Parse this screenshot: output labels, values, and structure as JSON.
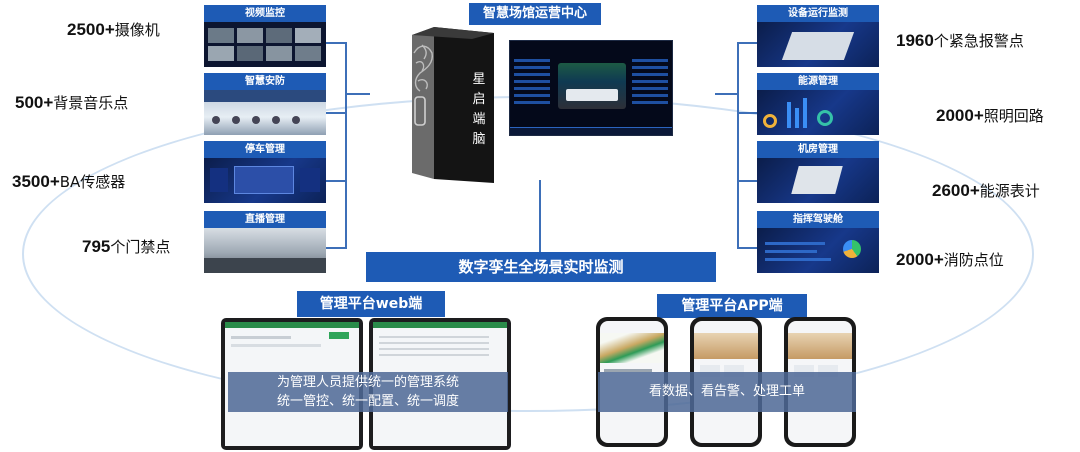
{
  "center": {
    "title": "智慧场馆运营中心",
    "server_label": "星启端脑",
    "bottom_banner": "数字孪生全场景实时监测"
  },
  "left_modules": [
    {
      "title": "视频监控"
    },
    {
      "title": "智慧安防"
    },
    {
      "title": "停车管理"
    },
    {
      "title": "直播管理"
    }
  ],
  "right_modules": [
    {
      "title": "设备运行监测"
    },
    {
      "title": "能源管理"
    },
    {
      "title": "机房管理"
    },
    {
      "title": "指挥驾驶舱"
    }
  ],
  "left_stats": [
    {
      "number": "2500+",
      "label": "摄像机"
    },
    {
      "number": "500+",
      "label": "背景音乐点"
    },
    {
      "number": "3500+",
      "label": "BA传感器"
    },
    {
      "number": "795",
      "label": "个门禁点"
    }
  ],
  "right_stats": [
    {
      "number": "1960",
      "label": "个紧急报警点"
    },
    {
      "number": "2000+",
      "label": "照明回路"
    },
    {
      "number": "2600+",
      "label": "能源表计"
    },
    {
      "number": "2000+",
      "label": "消防点位"
    }
  ],
  "web_platform": {
    "title": "管理平台web端",
    "caption_line1": "为管理人员提供统一的管理系统",
    "caption_line2": "统一管控、统一配置、统一调度"
  },
  "app_platform": {
    "title": "管理平台APP端",
    "caption": "看数据、看告警、处理工单"
  },
  "colors": {
    "banner_blue": "#1e5bb5",
    "connector_blue": "#3d6fb8",
    "ellipse": "#cfe0f2",
    "caption_overlay": "#4e6996"
  }
}
